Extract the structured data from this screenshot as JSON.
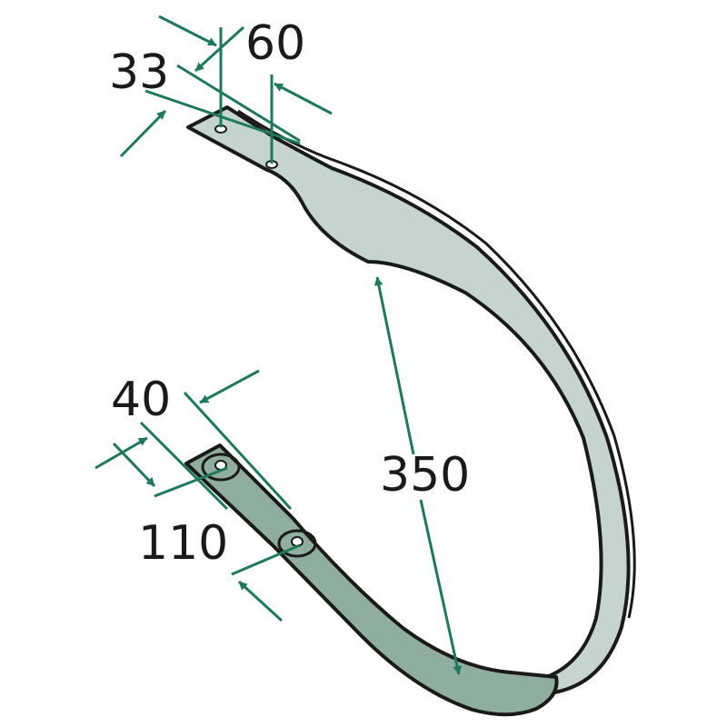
{
  "dimensions": {
    "hole_offset": "33",
    "hole_spacing_top": "60",
    "width_bottom": "40",
    "hole_spacing_bottom": "110",
    "length": "350"
  },
  "colors": {
    "dimension_line": "#1b7a5c",
    "tine_light": "#c6d4cf",
    "tine_dark": "#8fae9f",
    "outline": "#1a1a1a"
  }
}
